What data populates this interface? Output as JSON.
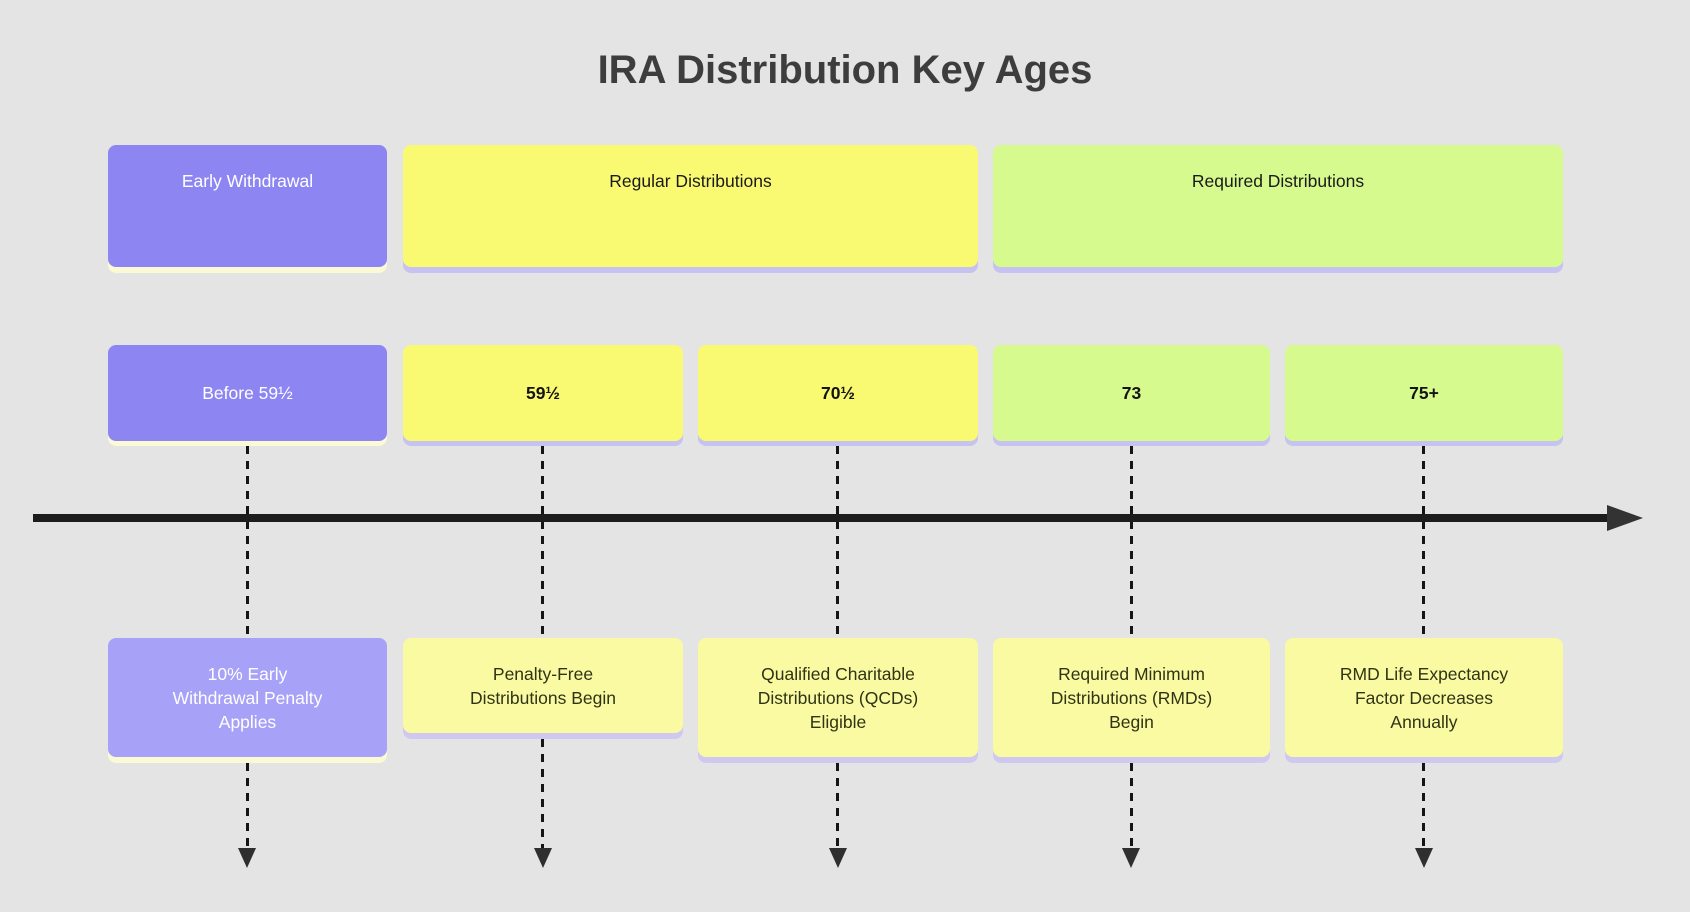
{
  "title": "IRA Distribution Key Ages",
  "sections": [
    {
      "label": "Early Withdrawal"
    },
    {
      "label": "Regular Distributions"
    },
    {
      "label": "Required Distributions"
    }
  ],
  "ages": [
    {
      "label": "Before 59½"
    },
    {
      "label": "59½"
    },
    {
      "label": "70½"
    },
    {
      "label": "73"
    },
    {
      "label": "75+"
    }
  ],
  "events": [
    {
      "text": "10% Early\nWithdrawal Penalty\nApplies"
    },
    {
      "text": "Penalty-Free\nDistributions Begin"
    },
    {
      "text": "Qualified Charitable\nDistributions (QCDs)\nEligible"
    },
    {
      "text": "Required Minimum\nDistributions (RMDs)\nBegin"
    },
    {
      "text": "RMD Life Expectancy\nFactor Decreases\nAnnually"
    }
  ],
  "colors": {
    "background": "#e4e4e4",
    "section_purple": "#8d86f2",
    "event_purple": "#a7a1f8",
    "yellow": "#fafa72",
    "event_yellow": "#fafaa2",
    "green": "#d6fa8e",
    "shadow_lavender": "#c6c2f2",
    "shadow_cream": "#fafad4",
    "timeline_black": "#1c1c1c",
    "arrowhead_gray": "#333333",
    "title_gray": "#3d3d3d"
  }
}
